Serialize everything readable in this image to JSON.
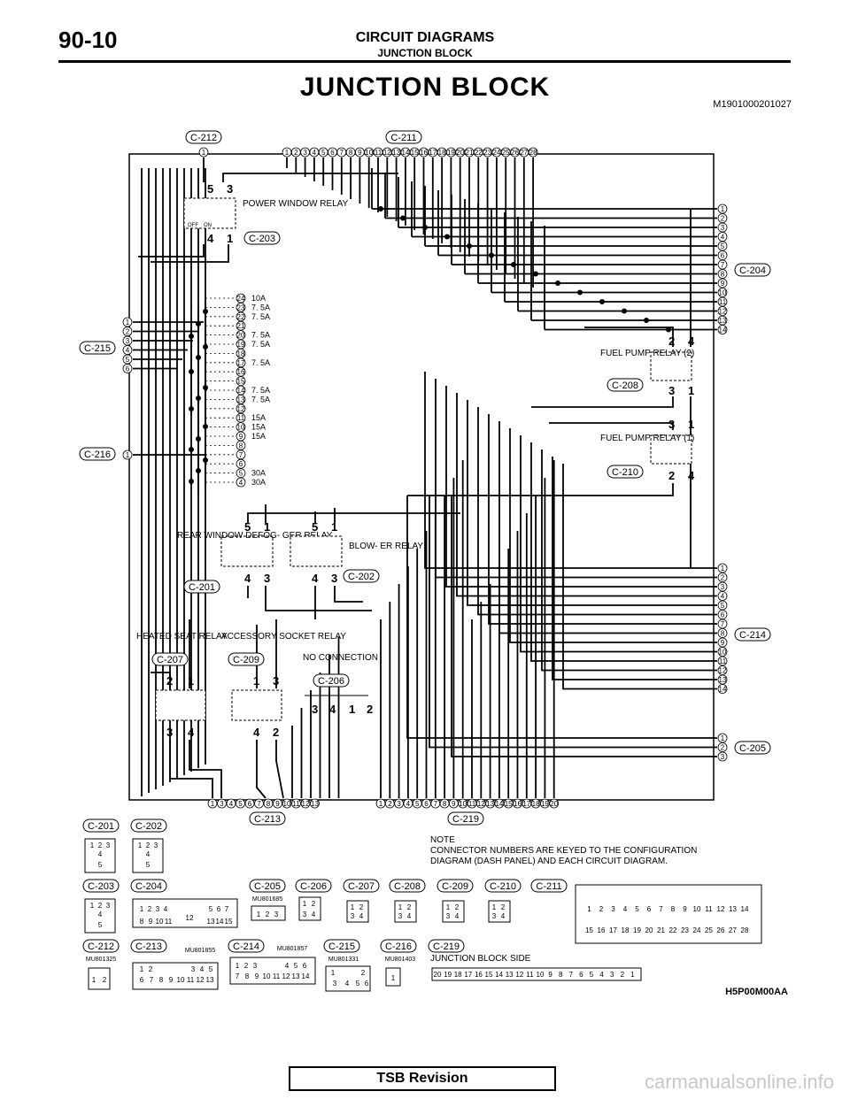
{
  "header": {
    "page_number": "90-10",
    "section": "CIRCUIT DIAGRAMS",
    "subsection": "JUNCTION BLOCK",
    "title": "JUNCTION BLOCK",
    "doc_id": "M1901000201027"
  },
  "connectors": {
    "c212": "C-212",
    "c211": "C-211",
    "c204": "C-204",
    "c215": "C-215",
    "c216": "C-216",
    "c208": "C-208",
    "c210": "C-210",
    "c203": "C-203",
    "c201": "C-201",
    "c202": "C-202",
    "c207": "C-207",
    "c209": "C-209",
    "c206": "C-206",
    "c214": "C-214",
    "c205": "C-205",
    "c213": "C-213",
    "c219": "C-219"
  },
  "relays": {
    "power_window": "POWER WINDOW RELAY",
    "fuel_pump_2": "FUEL PUMP RELAY (2)",
    "fuel_pump_1": "FUEL PUMP RELAY (1)",
    "rear_window": "REAR WINDOW DEFOG- GER RELAY",
    "blower": "BLOW- ER RELAY",
    "heated_seat": "HEATED SEAT RELAY",
    "accessory": "ACCESSORY SOCKET RELAY",
    "no_connection": "NO CONNECTION"
  },
  "fuses": [
    "10A",
    "7. 5A",
    "7. 5A",
    "",
    "7. 5A",
    "7. 5A",
    "",
    "7. 5A",
    "",
    "",
    "7. 5A",
    "7. 5A",
    "",
    "15A",
    "15A",
    "15A",
    "",
    "",
    "",
    "30A",
    "30A"
  ],
  "note_title": "NOTE",
  "note_text": "CONNECTOR NUMBERS ARE KEYED TO THE CONFIGURATION DIAGRAM (DASH PANEL) AND EACH CIRCUIT DIAGRAM.",
  "part_numbers": {
    "c205": "MU801685",
    "c213": "MU801855",
    "c214": "MU801857",
    "c215": "MU801331",
    "c216": "MU801403",
    "c212": "MU801325"
  },
  "junction_side": "JUNCTION BLOCK SIDE",
  "figure_code": "H5P00M00AA",
  "footer": "TSB Revision",
  "watermark": "carmanualsonline.info"
}
